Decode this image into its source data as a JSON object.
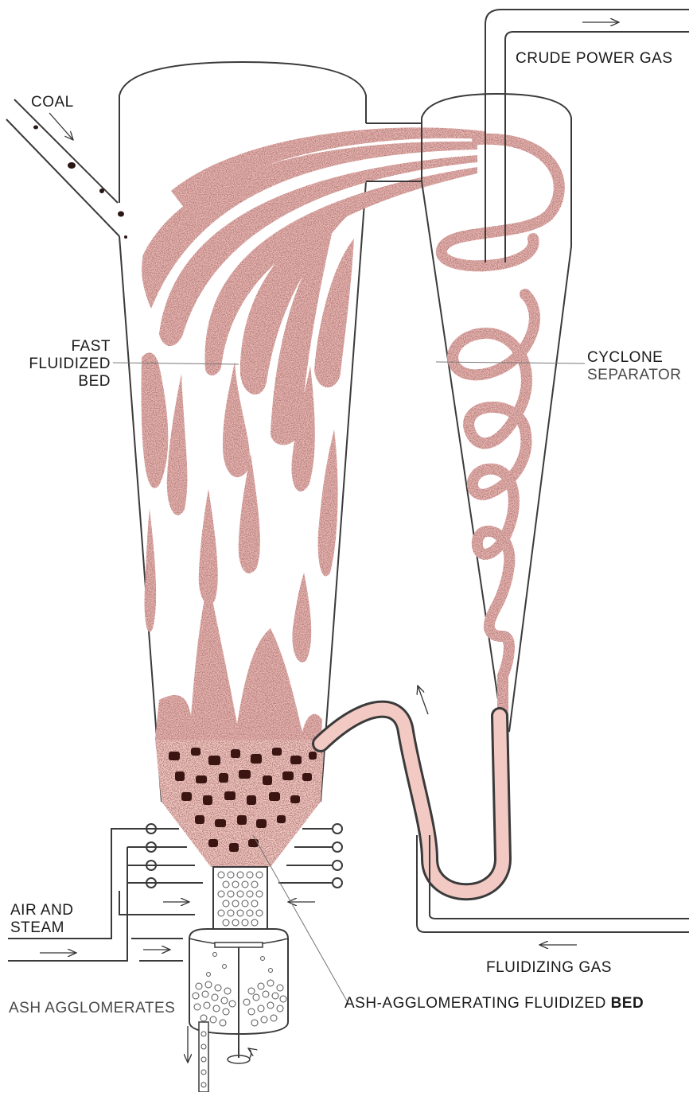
{
  "labels": {
    "coal": "COAL",
    "crude_power_gas": "CRUDE POWER GAS",
    "fast_fluidized_bed_1": "FAST",
    "fast_fluidized_bed_2": "FLUIDIZED",
    "fast_fluidized_bed_3": "BED",
    "cyclone_1": "CYCLONE",
    "cyclone_2": "SEPARATOR",
    "air_steam_1": "AIR AND",
    "air_steam_2": "STEAM",
    "fluidizing_gas": "FLUIDIZING GAS",
    "ash_agglomerates": "ASH AGGLOMERATES",
    "ash_bed_prefix": "ASH-AGGLOMERATING FLUIDIZED ",
    "ash_bed_suffix": "BED"
  },
  "colors": {
    "vessel_outline": "#3a3a3a",
    "particle_stream": "#e8b4b0",
    "particle_dark": "#7a3b38",
    "bed_fill": "#f2c9c3",
    "agglomerate": "#3b1512"
  }
}
